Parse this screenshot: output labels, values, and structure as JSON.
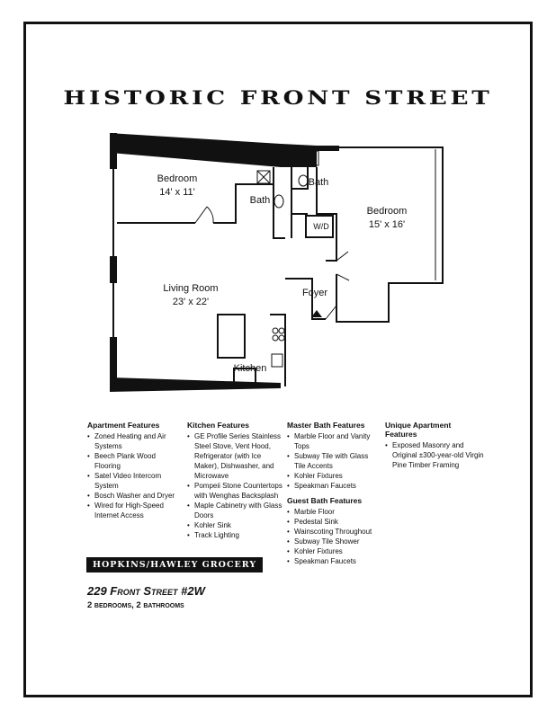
{
  "title": "HISTORIC FRONT STREET",
  "floor_plan": {
    "rooms": [
      {
        "name": "Bedroom",
        "size": "14' x 11'"
      },
      {
        "name": "Bath"
      },
      {
        "name": "Bath"
      },
      {
        "name": "W/D"
      },
      {
        "name": "Bedroom",
        "size": "15' x 16'"
      },
      {
        "name": "Living Room",
        "size": "23' x 22'"
      },
      {
        "name": "Foyer"
      },
      {
        "name": "Kitchen"
      }
    ]
  },
  "features": {
    "apartment": {
      "heading": "Apartment Features",
      "items": [
        "Zoned Heating and Air Systems",
        "Beech Plank Wood Flooring",
        "Satel Video Intercom System",
        "Bosch Washer and Dryer",
        "Wired for High-Speed Internet Access"
      ]
    },
    "kitchen": {
      "heading": "Kitchen Features",
      "items": [
        "GE Profile Series Stainless Steel Stove, Vent Hood, Refrigerator (with Ice Maker), Dishwasher, and Microwave",
        "Pompeii Stone Countertops with Wenghas Backsplash",
        "Maple Cabinetry with Glass Doors",
        "Kohler Sink",
        "Track Lighting"
      ]
    },
    "master_bath": {
      "heading": "Master Bath Features",
      "items": [
        "Marble Floor and Vanity Tops",
        "Subway Tile with Glass Tile Accents",
        "Kohler Fixtures",
        "Speakman Faucets"
      ]
    },
    "guest_bath": {
      "heading": "Guest Bath Features",
      "items": [
        "Marble Floor",
        "Pedestal Sink",
        "Wainscoting Throughout",
        "Subway Tile Shower",
        "Kohler Fixtures",
        "Speakman Faucets"
      ]
    },
    "unique": {
      "heading": "Unique Apartment Features",
      "items": [
        "Exposed Masonry and Original ±300-year-old Virgin Pine Timber Framing"
      ]
    }
  },
  "banner": "HOPKINS/HAWLEY GROCERY",
  "address": "229 Front Street #2W",
  "units": "2 bedrooms, 2 bathrooms"
}
